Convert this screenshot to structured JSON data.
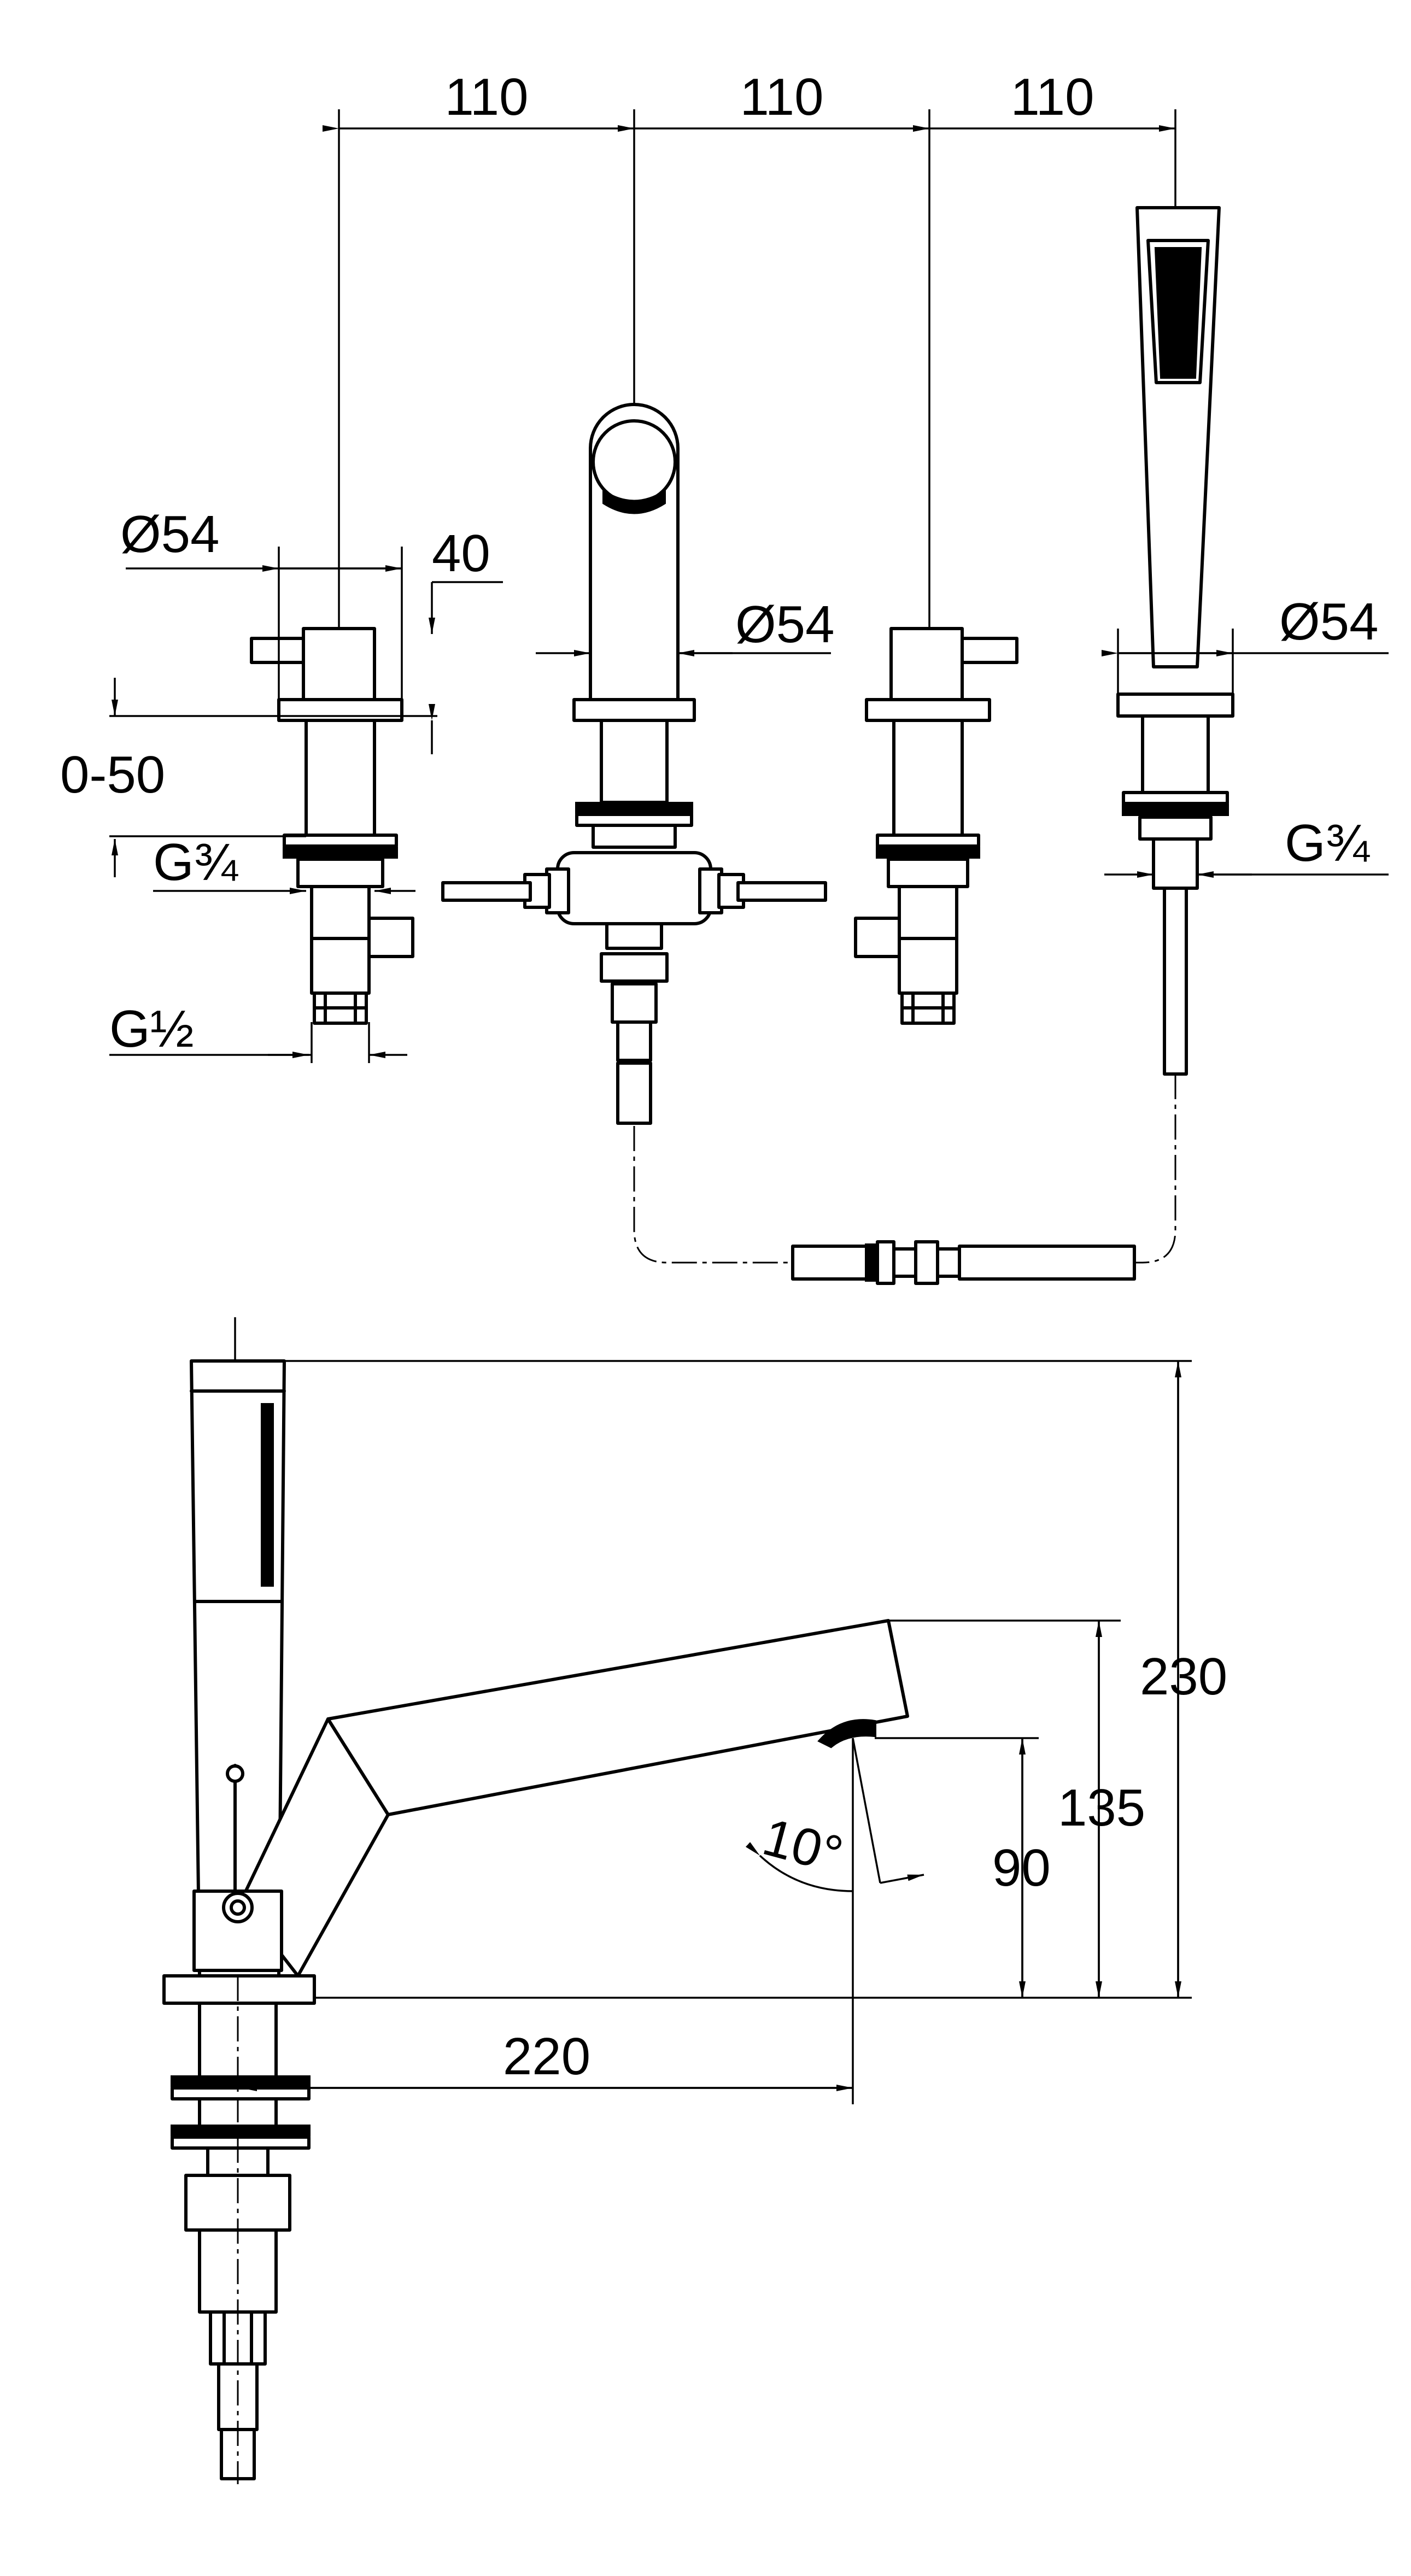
{
  "top_view": {
    "spacing_1": "110",
    "spacing_2": "110",
    "spacing_3": "110",
    "diameter_left": "Ø54",
    "diameter_spout": "Ø54",
    "diameter_handshower": "Ø54",
    "lever_offset": "40",
    "deck_range": "0-50",
    "thread_left": "G¾",
    "thread_handshower": "G¾",
    "thread_inlet": "G½"
  },
  "side_view": {
    "total_height": "230",
    "spout_height": "135",
    "outlet_height": "90",
    "projection": "220",
    "tilt_angle": "10°"
  }
}
